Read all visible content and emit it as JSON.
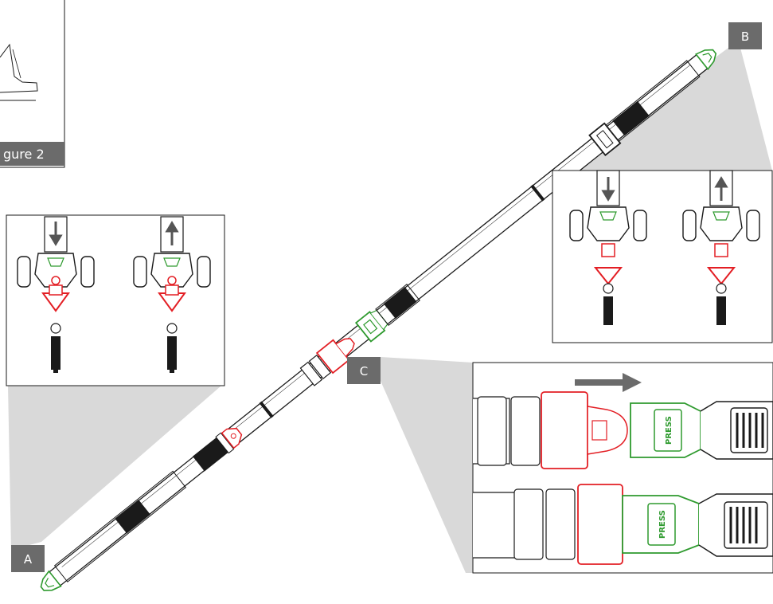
{
  "figure_caption": "gure 2",
  "labels": {
    "a": "A",
    "b": "B",
    "c": "C"
  },
  "press_text": "PRESS",
  "colors": {
    "red": "#e31e24",
    "green": "#2e9a2e",
    "gray_fill": "#d9d9d9",
    "label_box": "#6b6b6b",
    "label_text": "#ffffff",
    "arrow": "#6b6b6b",
    "line": "#1a1a1a"
  }
}
